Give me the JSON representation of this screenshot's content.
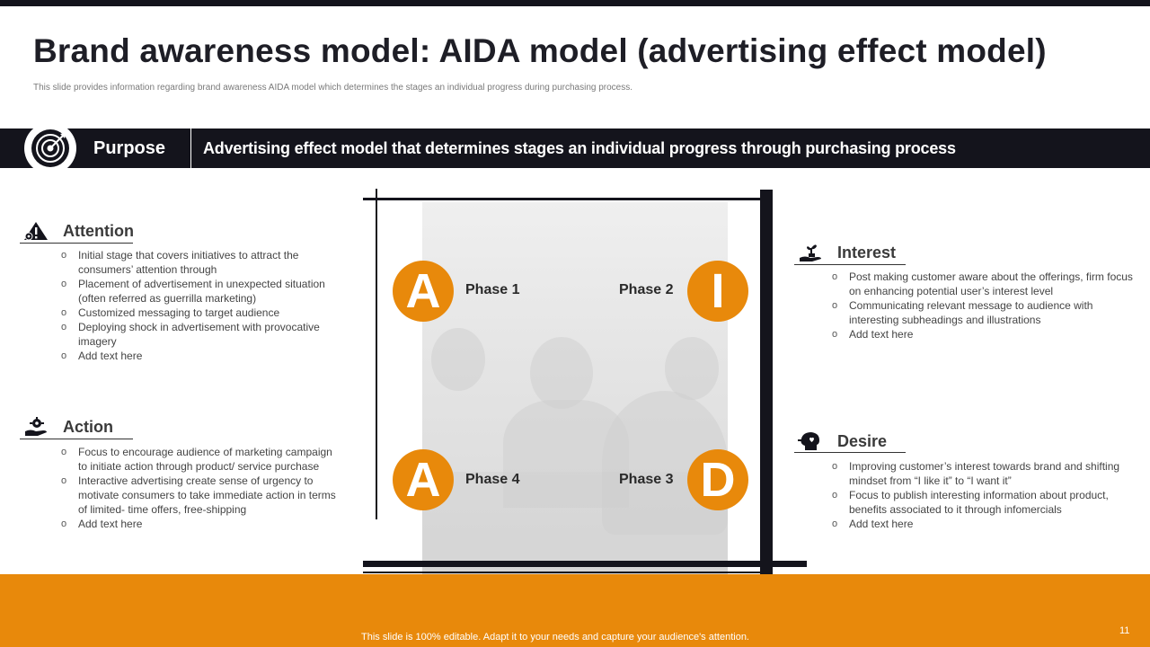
{
  "title": "Brand awareness model: AIDA model (advertising effect model)",
  "subtitle": "This slide provides information regarding brand awareness AIDA model which determines the stages an individual progress during purchasing process.",
  "purpose": {
    "label": "Purpose",
    "text": "Advertising effect model that determines stages an individual progress through purchasing process",
    "icon": "target-icon"
  },
  "sections": {
    "attention": {
      "title": "Attention",
      "icon": "warning-gear-icon",
      "items": [
        "Initial stage that covers initiatives to attract the consumers’ attention through",
        "Placement of advertisement in unexpected situation (often referred as guerrilla marketing)",
        "Customized messaging to target audience",
        "Deploying shock in advertisement with provocative imagery",
        "Add text here"
      ]
    },
    "interest": {
      "title": "Interest",
      "icon": "hand-plant-icon",
      "items": [
        "Post making customer aware about the offerings, firm focus on enhancing potential user’s interest level",
        "Communicating relevant message to audience with interesting subheadings and illustrations",
        "Add text here"
      ]
    },
    "action": {
      "title": "Action",
      "icon": "hand-gear-icon",
      "items": [
        "Focus to encourage audience of marketing campaign to initiate action through product/ service purchase",
        "Interactive advertising create sense of urgency to motivate consumers to take immediate action in terms of limited- time offers, free-shipping",
        "Add text here"
      ]
    },
    "desire": {
      "title": "Desire",
      "icon": "head-heart-icon",
      "items": [
        "Improving customer’s interest towards brand and shifting mindset from “I like it” to “I want it”",
        "Focus to publish interesting information about product, benefits associated to it through infomercials",
        "Add text here"
      ]
    }
  },
  "phases": [
    {
      "letter": "A",
      "label": "Phase 1"
    },
    {
      "letter": "I",
      "label": "Phase 2"
    },
    {
      "letter": "D",
      "label": "Phase 3"
    },
    {
      "letter": "A",
      "label": "Phase 4"
    }
  ],
  "footer": {
    "text": "This slide is 100% editable. Adapt it to your needs and capture your audience's attention.",
    "page_number": "11"
  },
  "colors": {
    "accent": "#e8890b",
    "dark": "#14141c"
  }
}
